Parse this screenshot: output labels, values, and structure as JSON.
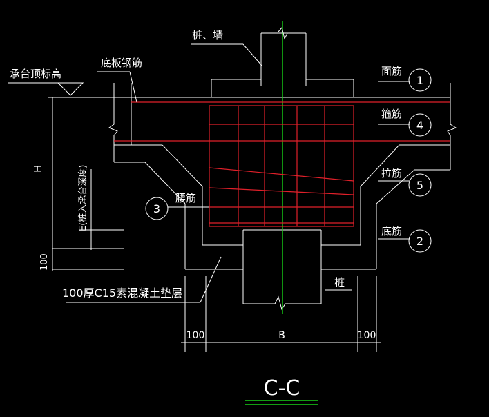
{
  "labels": {
    "pile_wall": "桩、墙",
    "cap_top_elevation": "承台顶标高",
    "bottom_plate_rebar": "底板钢筋",
    "top_bar": "面筋",
    "stirrup": "箍筋",
    "tie_bar": "拉筋",
    "waist_bar": "腰筋",
    "bottom_bar": "底筋",
    "height": "H",
    "embed_depth": "E(桩入承台深度)",
    "cushion_thickness": "100",
    "cushion_layer": "100厚C15素混凝土垫层",
    "pile": "桩",
    "width_left": "100",
    "width_b": "B",
    "width_right": "100",
    "section_title": "C-C"
  },
  "markers": [
    "1",
    "4",
    "5",
    "3",
    "2"
  ],
  "colors": {
    "background": "#000000",
    "line": "#ffffff",
    "rebar": "#e0202a",
    "axis": "#18d018"
  }
}
